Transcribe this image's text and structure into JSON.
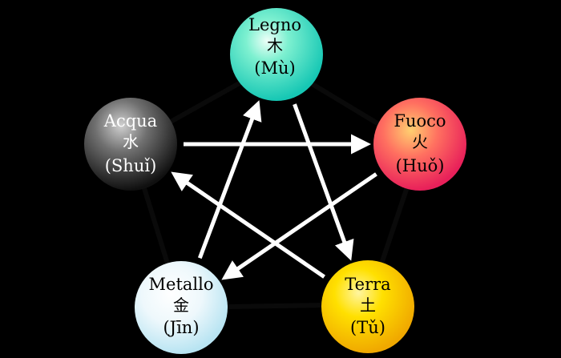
{
  "elements": [
    {
      "id": "legno",
      "name": "Legno",
      "hanzi": "木",
      "pinyin": "(Mù)",
      "text_color": "#000000"
    },
    {
      "id": "fuoco",
      "name": "Fuoco",
      "hanzi": "火",
      "pinyin": "(Huǒ)",
      "text_color": "#000000"
    },
    {
      "id": "terra",
      "name": "Terra",
      "hanzi": "土",
      "pinyin": "(Tǔ)",
      "text_color": "#000000"
    },
    {
      "id": "metallo",
      "name": "Metallo",
      "hanzi": "金",
      "pinyin": "(Jīn)",
      "text_color": "#000000"
    },
    {
      "id": "acqua",
      "name": "Acqua",
      "hanzi": "水",
      "pinyin": "(Shuǐ)",
      "text_color": "#ffffff"
    }
  ],
  "arrows": [
    {
      "from": "acqua",
      "to": "fuoco"
    },
    {
      "from": "fuoco",
      "to": "metallo"
    },
    {
      "from": "metallo",
      "to": "legno"
    },
    {
      "from": "legno",
      "to": "terra"
    },
    {
      "from": "terra",
      "to": "acqua"
    }
  ],
  "colors": {
    "background": "#000000",
    "arrow": "#ffffff",
    "legno": "#3fe3c0",
    "fuoco": "#f25a5a",
    "terra": "#ffd000",
    "metallo": "#e6f4fa",
    "acqua": "#5a5a5a"
  }
}
